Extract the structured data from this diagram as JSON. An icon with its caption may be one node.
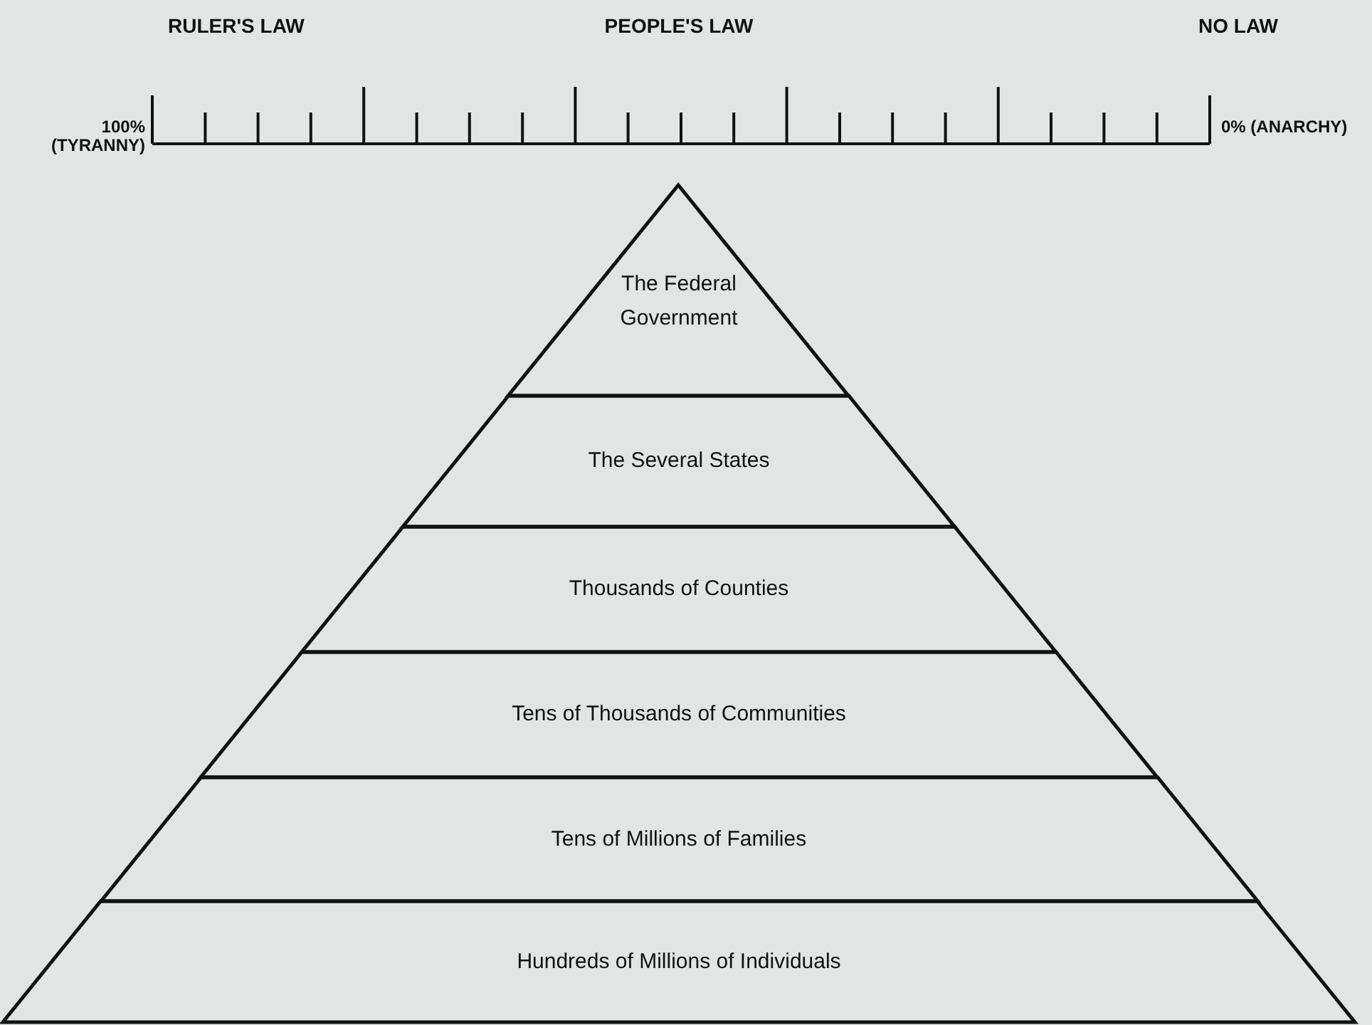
{
  "diagram": {
    "nodes": [
      {
        "text": [
          "The Federal Government"
        ]
      },
      {
        "text": [
          "The Several States"
        ]
      },
      {
        "text": [
          "Thousands of Counties"
        ]
      },
      {
        "text": [
          "Tens of Thousands of Communities"
        ]
      },
      {
        "text": [
          "Tens of Millions of Families"
        ]
      },
      {
        "text": [
          "Hundreds of Millions of Individuals"
        ]
      }
    ],
    "labels": [
      "RULER'S LAW",
      "PEOPLE'S LAW",
      "NO LAW",
      "100% (TYRANNY)",
      "0% (ANARCHY)"
    ]
  }
}
